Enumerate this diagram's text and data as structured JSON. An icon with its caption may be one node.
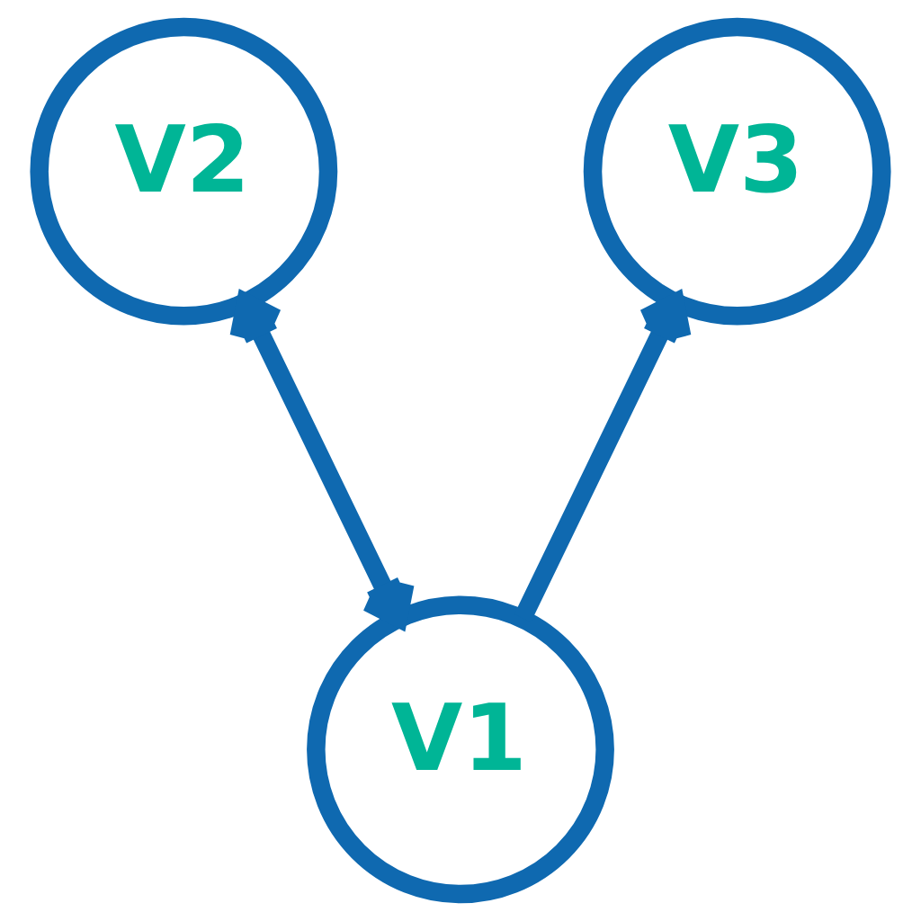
{
  "diagram": {
    "nodes": [
      {
        "text": [
          "V2"
        ]
      },
      {
        "text": [
          "V3"
        ]
      },
      {
        "text": [
          "V1"
        ]
      }
    ],
    "edges": [
      {
        "from": 2,
        "to": 0,
        "arrow": "both"
      },
      {
        "from": 2,
        "to": 1,
        "arrow": "to"
      }
    ]
  }
}
